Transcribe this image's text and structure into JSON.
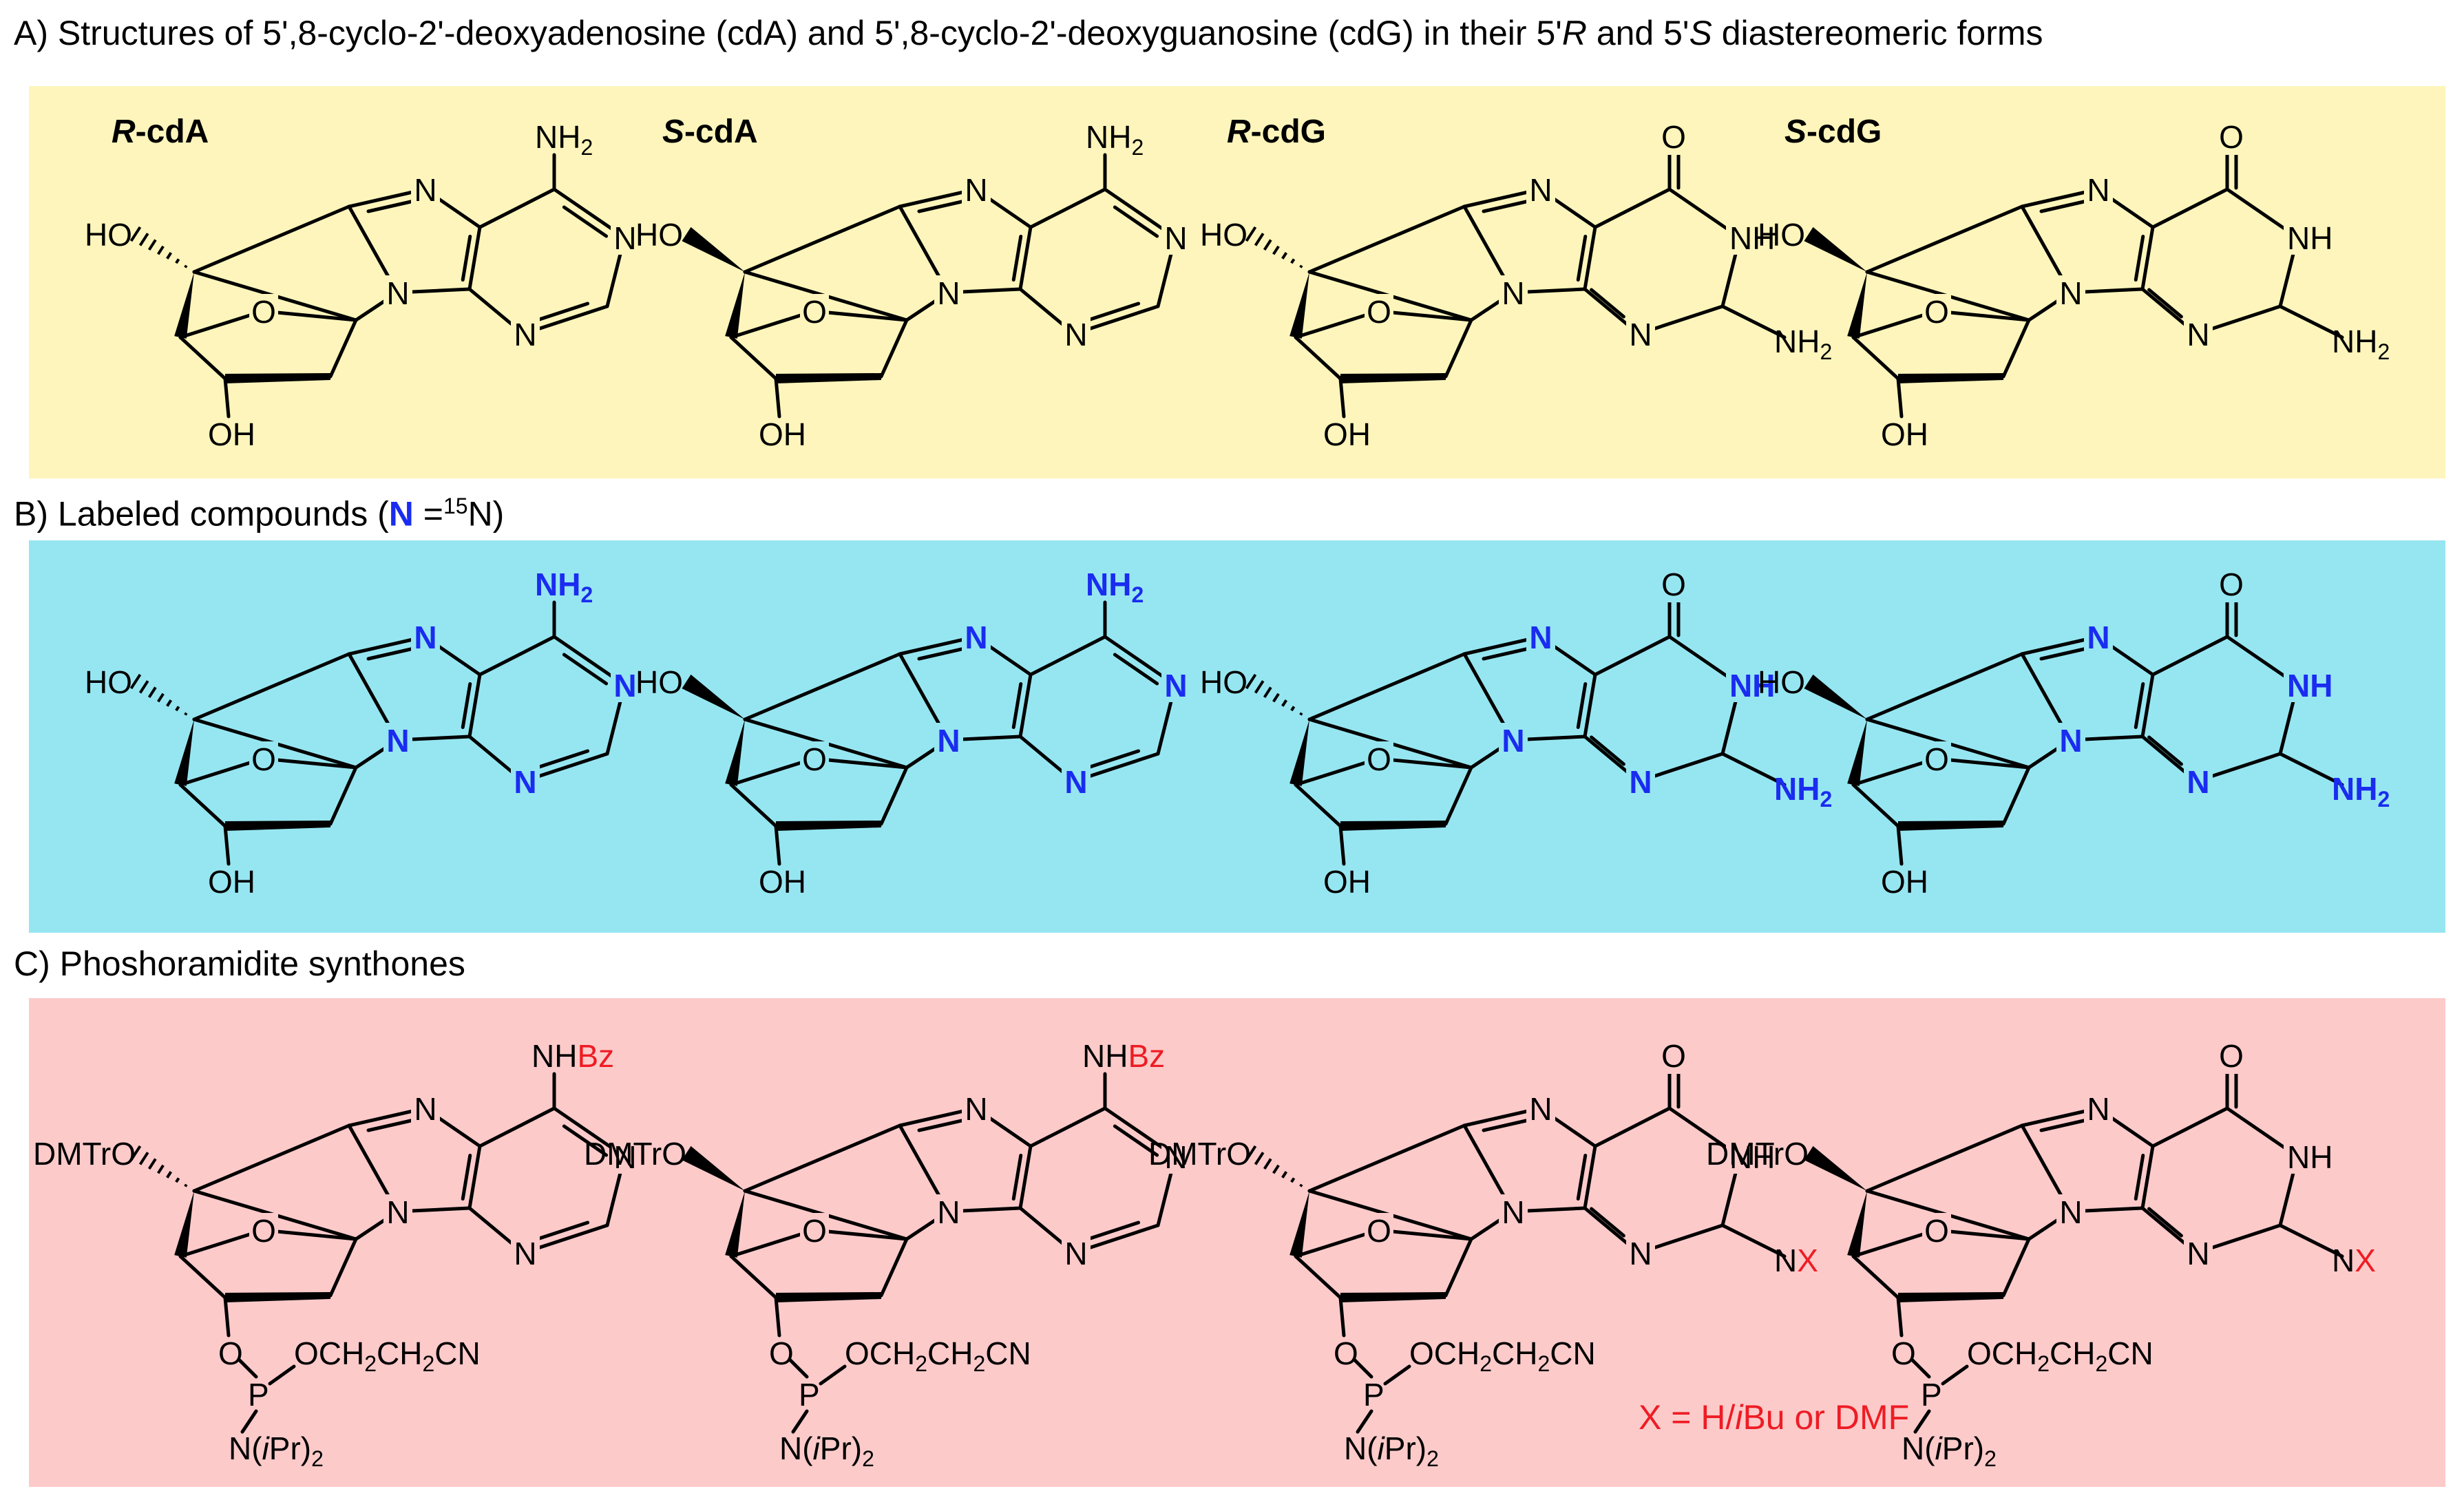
{
  "colors": {
    "panel_a": "#fdf5bb",
    "panel_b": "#96e6f1",
    "panel_c": "#fdcaca",
    "label_15n": "#1a2cf0",
    "protecting_group": "#ee1c24"
  },
  "sections": {
    "a": {
      "prefix": "A) Structures of 5',8-cyclo-2'-deoxyadenosine (cdA) and 5',8-cyclo-2'-deoxyguanosine (cdG) in their 5'",
      "italic1": "R",
      "mid": " and 5'",
      "italic2": "S",
      "suffix": " diastereomeric forms"
    },
    "b": {
      "prefix": "B) Labeled compounds (",
      "n_symbol": "N",
      "eq": " =",
      "sup": "15",
      "suffix": "N)"
    },
    "c": {
      "title": "C) Phoshoramidite synthones"
    }
  },
  "panel_a": {
    "labels": [
      {
        "prefix": "R",
        "suffix": "-cdA"
      },
      {
        "prefix": "S",
        "suffix": "-cdA"
      },
      {
        "prefix": "R",
        "suffix": "-cdG"
      },
      {
        "prefix": "S",
        "suffix": "-cdG"
      }
    ]
  },
  "atoms": {
    "N": "N",
    "O": "O",
    "NH": "NH",
    "NH2": "NH",
    "sub2": "2",
    "HO": "HO",
    "OH": "OH",
    "DMTrO": "DMTrO",
    "Bz": "Bz",
    "X": "X",
    "P": "P",
    "OCE_main": "OCH",
    "OCE_sub": "2",
    "OCE_main2": "CH",
    "OCE_end": "CN",
    "amine_a": "N(",
    "amine_i": "i",
    "amine_b": "Pr)"
  },
  "panel_c": {
    "note": {
      "prefix": "X = H/",
      "italic": "i",
      "suffix": "Bu or DMF"
    }
  }
}
